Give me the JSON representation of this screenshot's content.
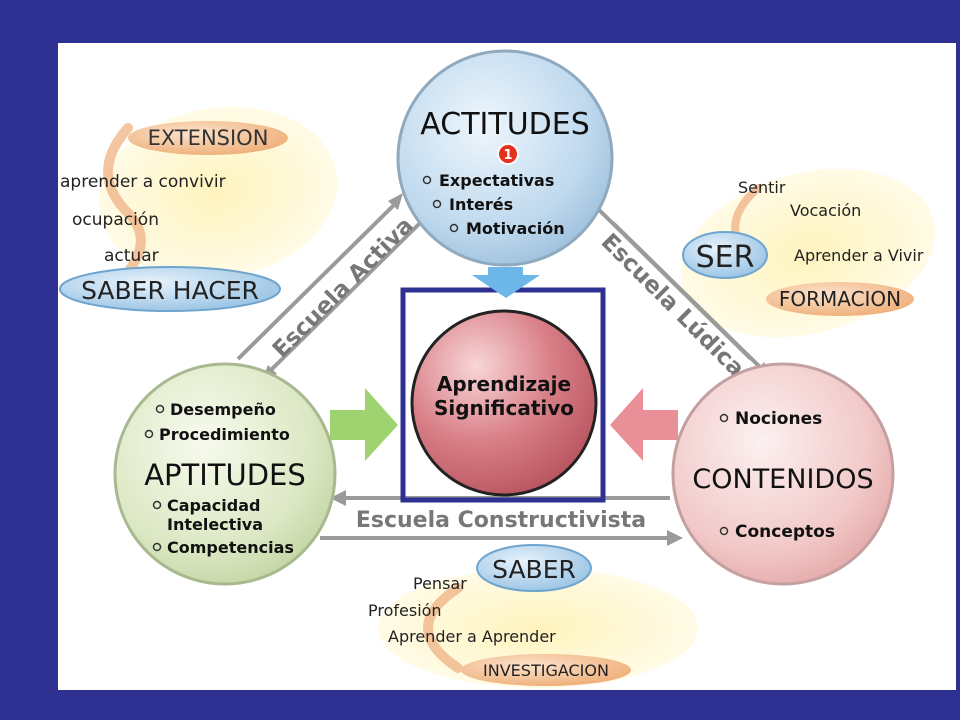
{
  "center": {
    "line1": "Aprendizaje",
    "line2": "Significativo"
  },
  "actitudes": {
    "title": "ACTITUDES",
    "badge": "1",
    "items": [
      "Expectativas",
      "Interés",
      "Motivación"
    ]
  },
  "aptitudes": {
    "title": "APTITUDES",
    "items_top": [
      "Desempeño",
      "Procedimiento"
    ],
    "items_bottom": [
      "Capacidad",
      "Intelectiva",
      "Competencias"
    ]
  },
  "contenidos": {
    "title": "CONTENIDOS",
    "items": [
      "Nociones",
      "Conceptos"
    ]
  },
  "arrows": {
    "left": "Escuela Activa",
    "right": "Escuela Lúdica",
    "bottom": "Escuela Constructivista"
  },
  "extension": {
    "title": "EXTENSION",
    "items": [
      "aprender a convivir",
      "ocupación",
      "actuar"
    ],
    "badge": "SABER HACER"
  },
  "ser": {
    "badge": "SER",
    "items": [
      "Sentir",
      "Vocación",
      "Aprender a Vivir"
    ],
    "title": "FORMACION"
  },
  "saber": {
    "badge": "SABER",
    "items": [
      "Pensar",
      "Profesión",
      "Aprender a Aprender"
    ],
    "title": "INVESTIGACION"
  },
  "colors": {
    "background": "#2E3192",
    "actitudes": "#BFD9EE",
    "aptitudes": "#DCE8C4",
    "contenidos": "#F2C9C9",
    "center": "#D2757D",
    "badge_blue": "#A9CFEA",
    "badge_orange": "#F3BE8E",
    "halo": "#FFF6C8"
  }
}
